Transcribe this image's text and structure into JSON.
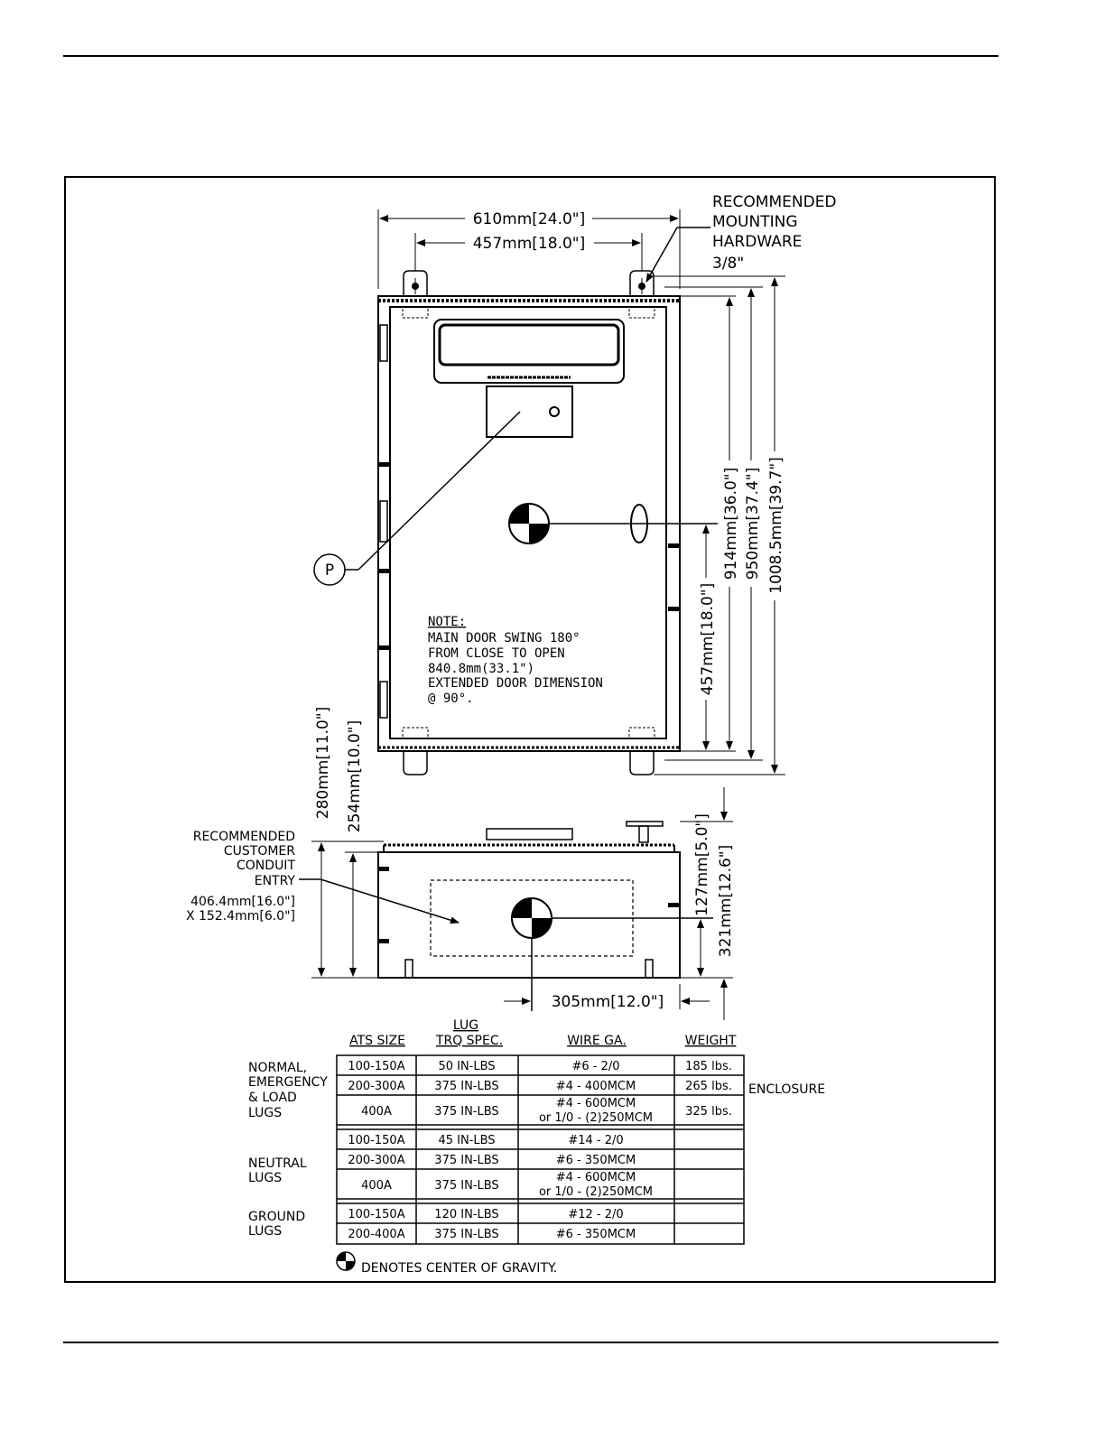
{
  "mounting": {
    "line1": "RECOMMENDED",
    "line2": "MOUNTING",
    "line3": "HARDWARE",
    "line4": "3/8\""
  },
  "dims": {
    "overall_width": "610mm[24.0\"]",
    "mount_width": "457mm[18.0\"]",
    "h914": "914mm[36.0\"]",
    "h950": "950mm[37.4\"]",
    "h1008": "1008.5mm[39.7\"]",
    "cg457": "457mm[18.0\"]",
    "d280": "280mm[11.0\"]",
    "d254": "254mm[10.0\"]",
    "d127": "127mm[5.0\"]",
    "d321": "321mm[12.6\"]",
    "d305": "305mm[12.0\"]"
  },
  "callout": "P",
  "note": {
    "title": "NOTE:",
    "lines": [
      "MAIN DOOR SWING 180°",
      "FROM CLOSE TO OPEN",
      "840.8mm(33.1\")",
      "EXTENDED DOOR DIMENSION",
      "@ 90°."
    ]
  },
  "conduit": {
    "lines": [
      "RECOMMENDED",
      "CUSTOMER",
      "CONDUIT",
      "ENTRY"
    ],
    "size1": "406.4mm[16.0\"]",
    "size2": "X 152.4mm[6.0\"]"
  },
  "table": {
    "headers": {
      "ats_size": "ATS SIZE",
      "lug_top": "LUG",
      "lug_bottom": "TRQ SPEC.",
      "wire": "WIRE GA.",
      "weight": "WEIGHT"
    },
    "groups": [
      {
        "label_lines": [
          "NORMAL,",
          "EMERGENCY",
          "& LOAD",
          "LUGS"
        ]
      },
      {
        "label_lines": [
          "NEUTRAL",
          "LUGS"
        ]
      },
      {
        "label_lines": [
          "GROUND",
          "LUGS"
        ]
      }
    ],
    "rows": [
      {
        "ats": "100-150A",
        "torque": "50 IN-LBS",
        "wire1": "#6 - 2/0",
        "wire2": "",
        "weight": "185 lbs."
      },
      {
        "ats": "200-300A",
        "torque": "375 IN-LBS",
        "wire1": "#4 - 400MCM",
        "wire2": "",
        "weight": "265 lbs."
      },
      {
        "ats": "400A",
        "torque": "375 IN-LBS",
        "wire1": "#4 - 600MCM",
        "wire2": "or 1/0 - (2)250MCM",
        "weight": "325 lbs."
      },
      {
        "ats": "100-150A",
        "torque": "45 IN-LBS",
        "wire1": "#14 - 2/0",
        "wire2": "",
        "weight": ""
      },
      {
        "ats": "200-300A",
        "torque": "375 IN-LBS",
        "wire1": "#6 - 350MCM",
        "wire2": "",
        "weight": ""
      },
      {
        "ats": "400A",
        "torque": "375 IN-LBS",
        "wire1": "#4 - 600MCM",
        "wire2": "or 1/0 - (2)250MCM",
        "weight": ""
      },
      {
        "ats": "100-150A",
        "torque": "120 IN-LBS",
        "wire1": "#12 - 2/0",
        "wire2": "",
        "weight": ""
      },
      {
        "ats": "200-400A",
        "torque": "375 IN-LBS",
        "wire1": "#6 - 350MCM",
        "wire2": "",
        "weight": ""
      }
    ],
    "enclosure_label": "ENCLOSURE"
  },
  "legend": "DENOTES CENTER OF GRAVITY."
}
